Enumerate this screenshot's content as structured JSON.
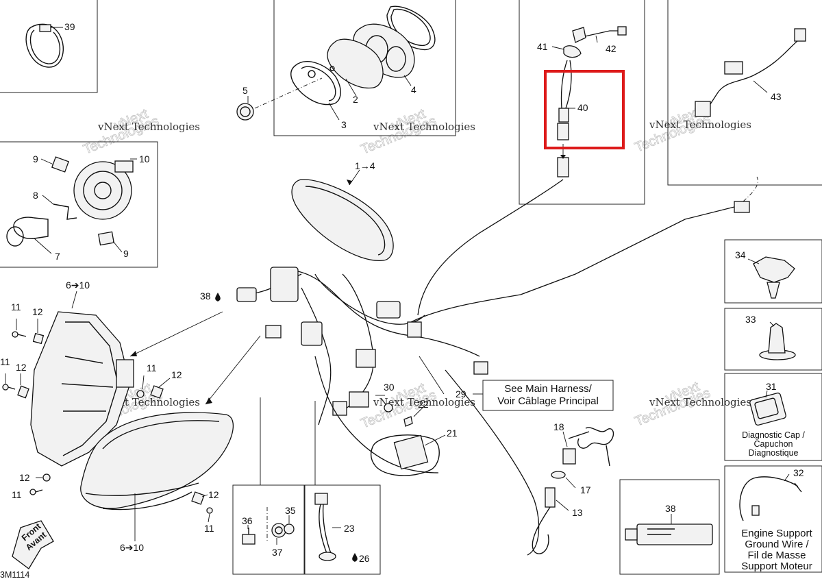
{
  "diagram": {
    "drawing_code": "3M1114",
    "part_numbers": {
      "p39": "39",
      "p5": "5",
      "p3": "3",
      "p2": "2",
      "p4": "4",
      "p1_4": "1→4",
      "p41": "41",
      "p42": "42",
      "p40": "40",
      "p43": "43",
      "p9a": "9",
      "p10": "10",
      "p8": "8",
      "p7": "7",
      "p9b": "9",
      "p6_10a": "6➔10",
      "p6_10b": "6➔10",
      "p38a": "38",
      "p11a": "11",
      "p12a": "12",
      "p11b": "11",
      "p12b": "12",
      "p11c": "11",
      "p12c": "12",
      "p12d": "12",
      "p11d": "11",
      "p12e": "12",
      "p11e": "11",
      "p30": "30",
      "p22": "22",
      "p21": "21",
      "p29": "29",
      "p18": "18",
      "p17": "17",
      "p13": "13",
      "p36": "36",
      "p35": "35",
      "p37": "37",
      "p23": "23",
      "p26": "26",
      "p38b": "38",
      "p34": "34",
      "p33": "33",
      "p31": "31",
      "p32": "32"
    },
    "callouts": {
      "main_harness_line1": "See Main Harness/",
      "main_harness_line2": "Voir Câblage Principal",
      "diag_cap_line1": "Diagnostic Cap /",
      "diag_cap_line2": "Capuchon",
      "diag_cap_line3": "Diagnostique",
      "ground_line1": "Engine Support",
      "ground_line2": "Ground Wire /",
      "ground_line3": "Fil de Masse",
      "ground_line4": "Support Moteur",
      "front_line1": "Front",
      "front_line2": "Avant"
    },
    "watermark": {
      "line1": "vNext Technologies",
      "line2": "vNext",
      "line3": "Technologies"
    },
    "colors": {
      "highlight": "#dd1a1a",
      "ink": "#111111"
    }
  }
}
